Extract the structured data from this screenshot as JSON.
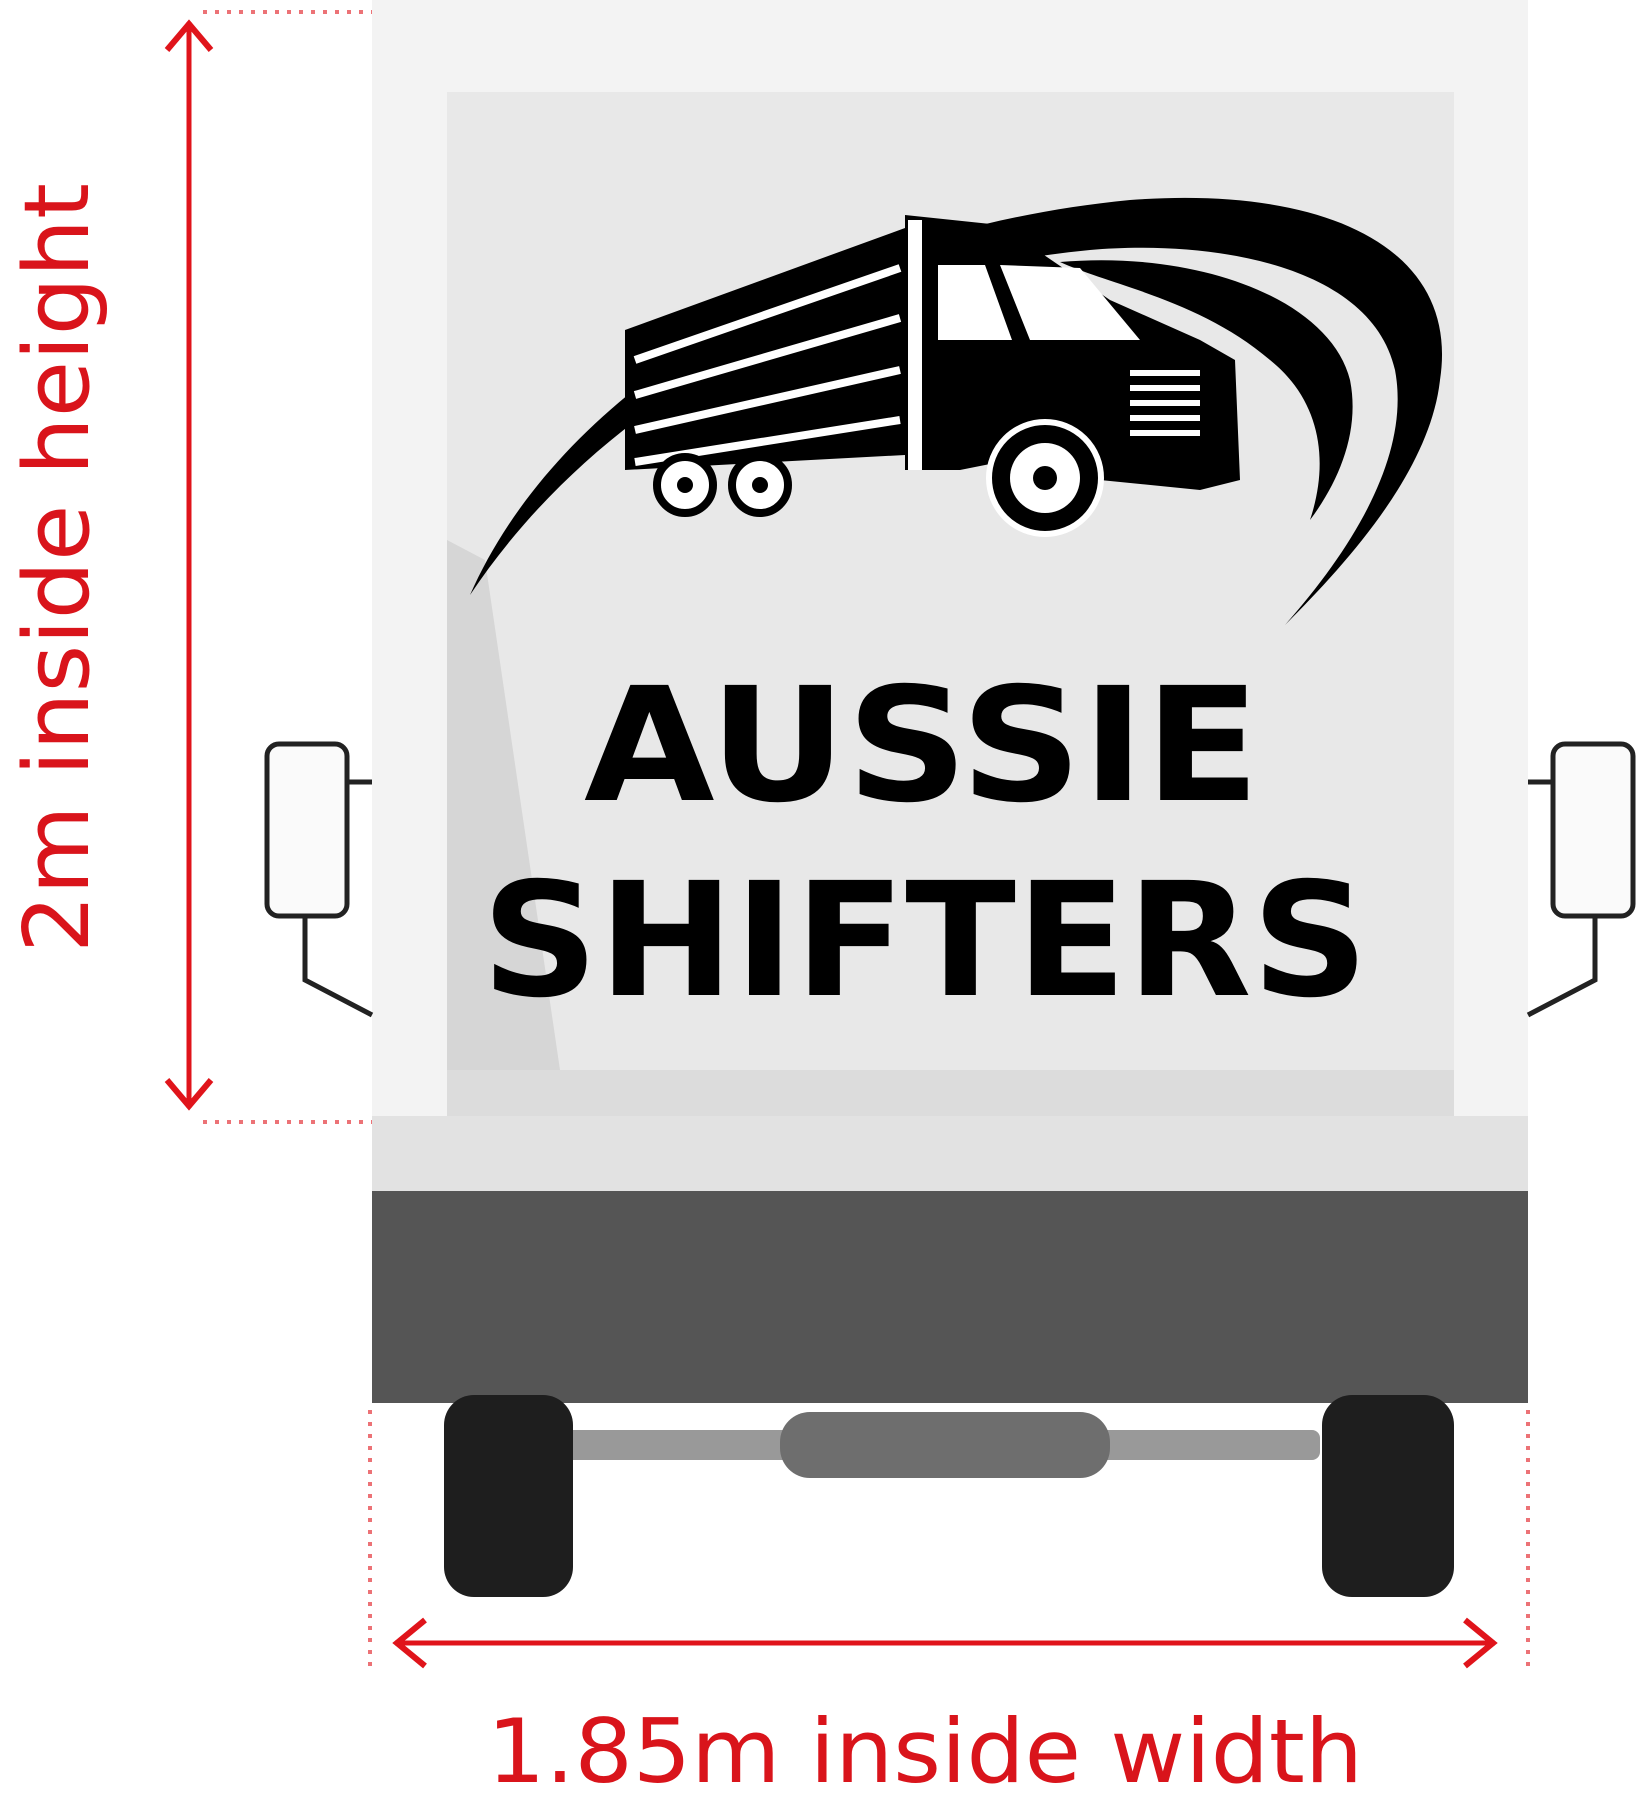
{
  "brand": {
    "line1": "AUSSIE",
    "line2": "SHIFTERS"
  },
  "dimensions": {
    "height_label": "2m inside height",
    "width_label": "1.85m inside width"
  },
  "colors": {
    "dimension": "#d9141b",
    "body": "#f3f3f3",
    "panel": "#e8e8e8",
    "bumper": "#555555",
    "tyre": "#1e1e1e"
  },
  "icons": {
    "logo": "truck-logo-icon"
  }
}
